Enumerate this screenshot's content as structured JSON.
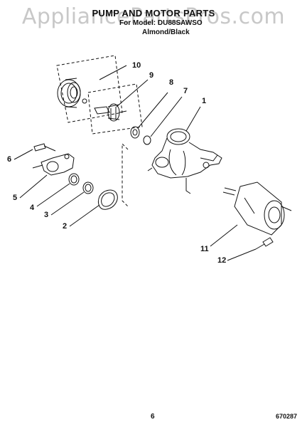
{
  "watermark": "AppliancePartsPros.com",
  "title": "PUMP AND MOTOR PARTS",
  "model_line": "For Model: DU88SAWSO",
  "color_line": "Almond/Black",
  "callouts": [
    "1",
    "2",
    "3",
    "4",
    "5",
    "6",
    "7",
    "8",
    "9",
    "10",
    "11",
    "12"
  ],
  "page_number": "6",
  "doc_number": "670287",
  "colors": {
    "ink": "#111111",
    "watermark": "#c8c8c8",
    "background": "#ffffff"
  }
}
